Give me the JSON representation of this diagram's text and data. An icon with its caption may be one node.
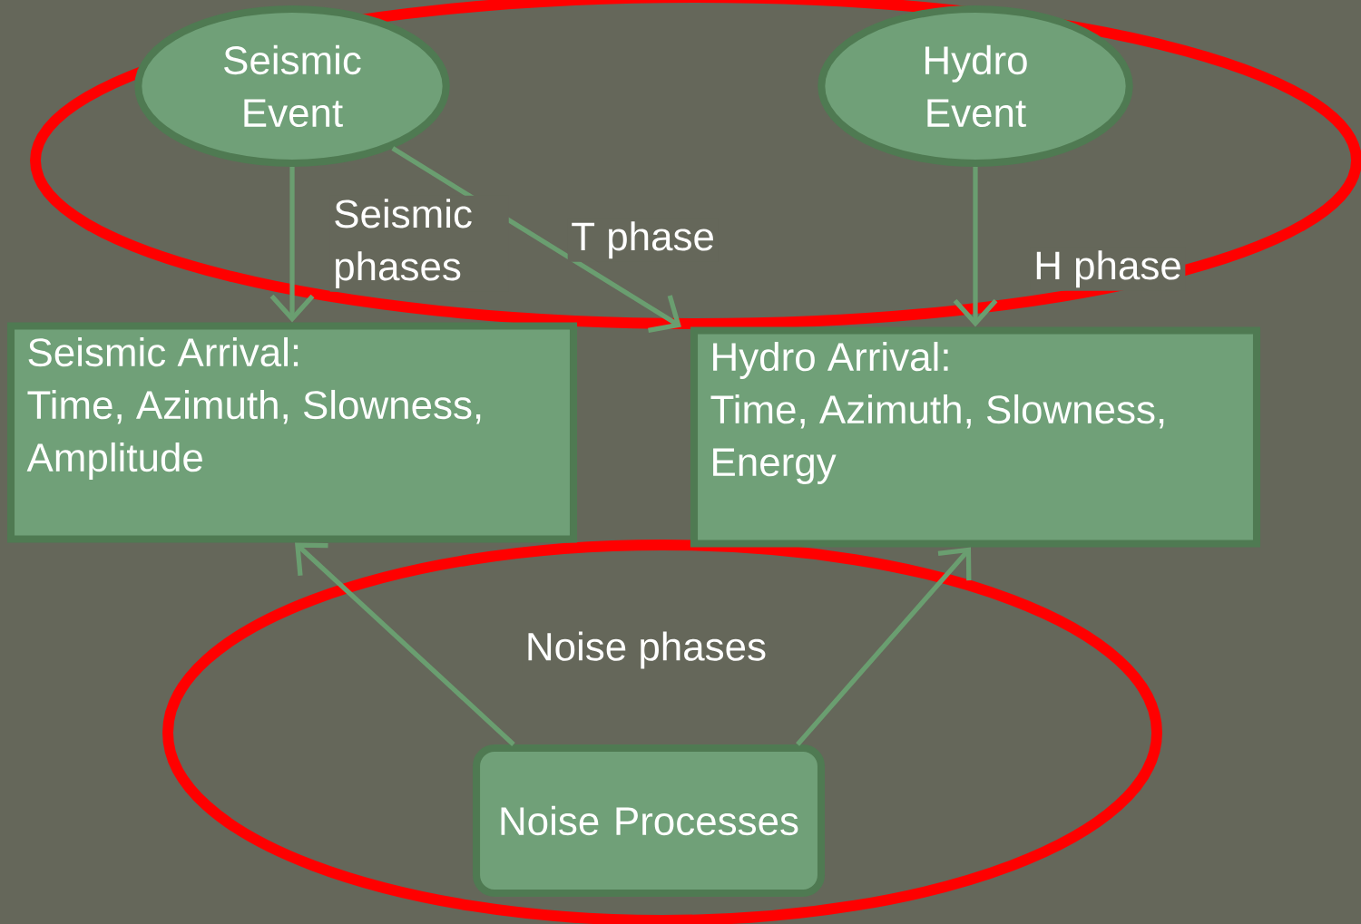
{
  "diagram": {
    "nodes": [
      {
        "text": [
          "Seismic Event"
        ]
      },
      {
        "text": [
          "Hydro Event"
        ]
      },
      {
        "text": [
          "Seismic Arrival:",
          "Time, Azimuth, Slowness, Amplitude"
        ]
      },
      {
        "text": [
          "Hydro Arrival:",
          "Time, Azimuth, Slowness, Energy"
        ]
      },
      {
        "text": [
          "Noise Processes"
        ]
      }
    ],
    "edges": [
      {
        "from": 0,
        "to": 2,
        "arrow": "to",
        "label": "Seismic phases"
      },
      {
        "from": 0,
        "to": 3,
        "arrow": "to",
        "label": "T phase"
      },
      {
        "from": 1,
        "to": 3,
        "arrow": "to",
        "label": "H phase"
      },
      {
        "from": 4,
        "to": 2,
        "arrow": "to"
      },
      {
        "from": 4,
        "to": 3,
        "arrow": "to"
      }
    ],
    "labels": [
      "Noise phases"
    ]
  }
}
